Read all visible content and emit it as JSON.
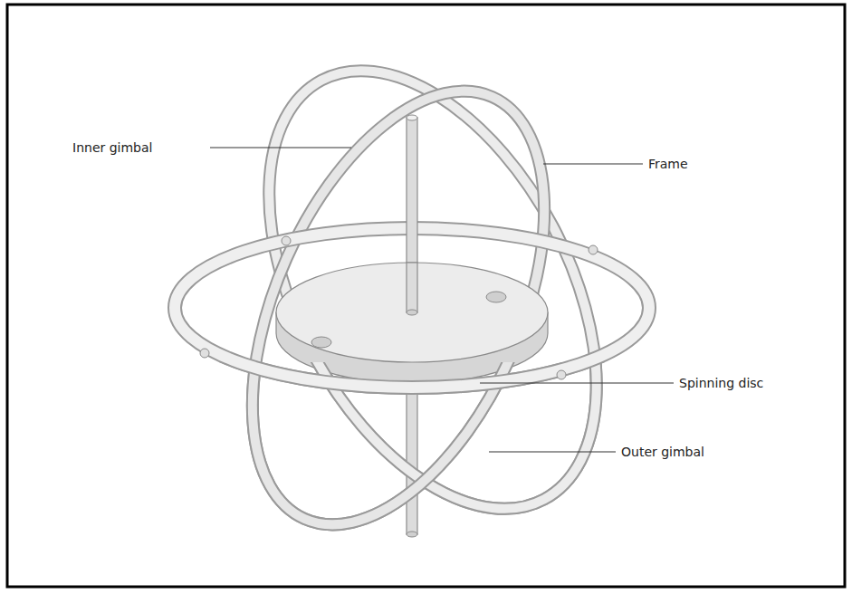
{
  "diagram": {
    "labels": [
      "Inner gimbal",
      "Frame",
      "Spinning disc",
      "Outer gimbal"
    ]
  }
}
